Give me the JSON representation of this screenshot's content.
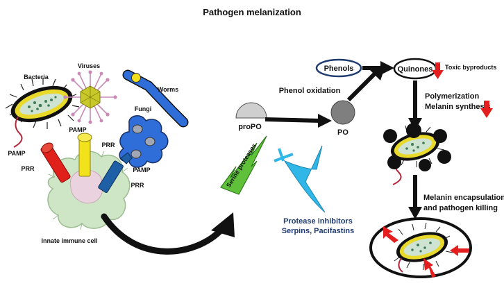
{
  "title": "Pathogen melanization",
  "pathogens": {
    "bacteria": "Bacteria",
    "viruses": "Viruses",
    "worms": "Worms",
    "fungi": "Fungi"
  },
  "receptors": {
    "pamp_label": "PAMP",
    "prr_label": "PRR"
  },
  "cell": {
    "label": "Innate immune cell"
  },
  "cascade": {
    "serine_proteases": "Serine proteases",
    "propo": "proPO",
    "po": "PO",
    "phenols": "Phenols",
    "phenol_oxidation": "Phenol oxidation",
    "quinones": "Quinones",
    "toxic_byproducts": "Toxic byproducts",
    "polymerization": "Polymerization",
    "melanin_synthesis": "Melanin synthesis",
    "encapsulation_line1": "Melanin encapsulation",
    "encapsulation_line2": "and pathogen killing"
  },
  "inhibitors": {
    "line1": "Protease inhibitors",
    "line2": "Serpins, Pacifastins"
  },
  "colors": {
    "pamp_red": "#e0201a",
    "prr_yellow": "#f2e21c",
    "prr_navy": "#1e5fa6",
    "worm_blue": "#2f6ed8",
    "protease_green": "#5fc13a",
    "inhibitor_cyan": "#31b6e8",
    "cell_green": "#cfe6c6",
    "arrow_red": "#e41e1e"
  }
}
